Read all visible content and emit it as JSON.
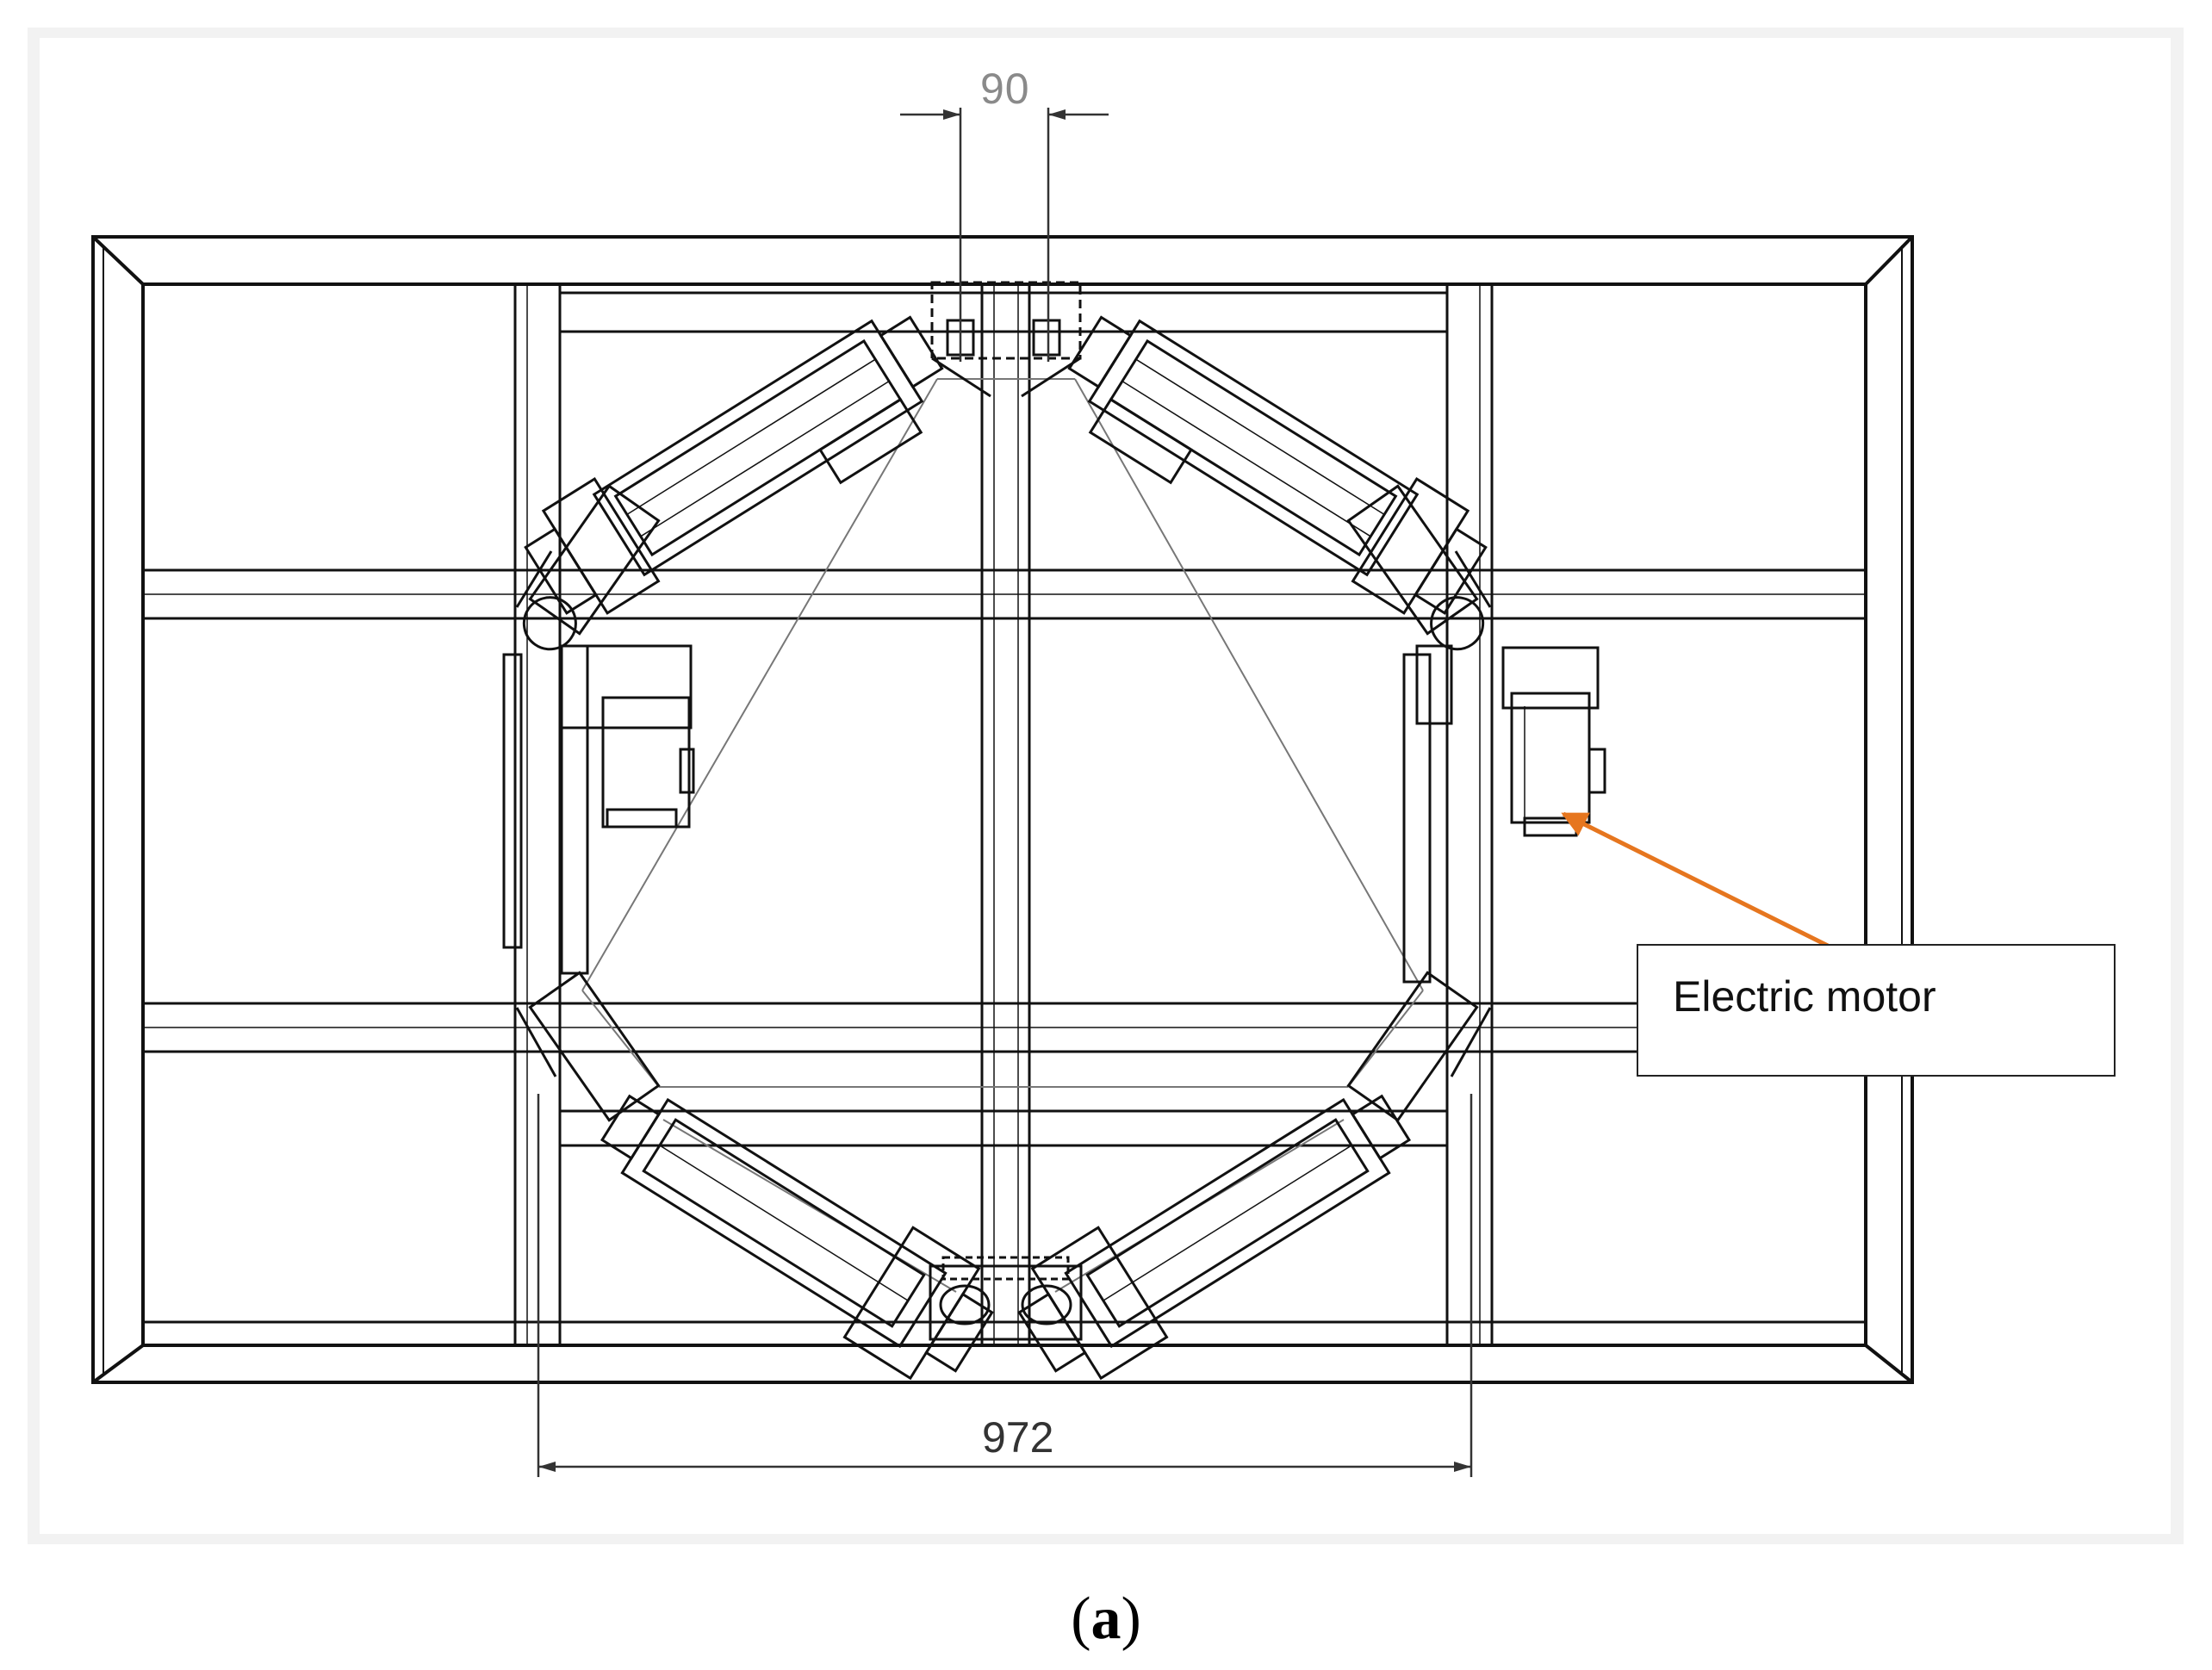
{
  "drawing": {
    "dimension_top": "90",
    "dimension_bottom": "972",
    "callout_label": "Electric motor",
    "callout_color": "#e6761f"
  },
  "caption": {
    "open": "(",
    "letter": "a",
    "close": ")"
  }
}
